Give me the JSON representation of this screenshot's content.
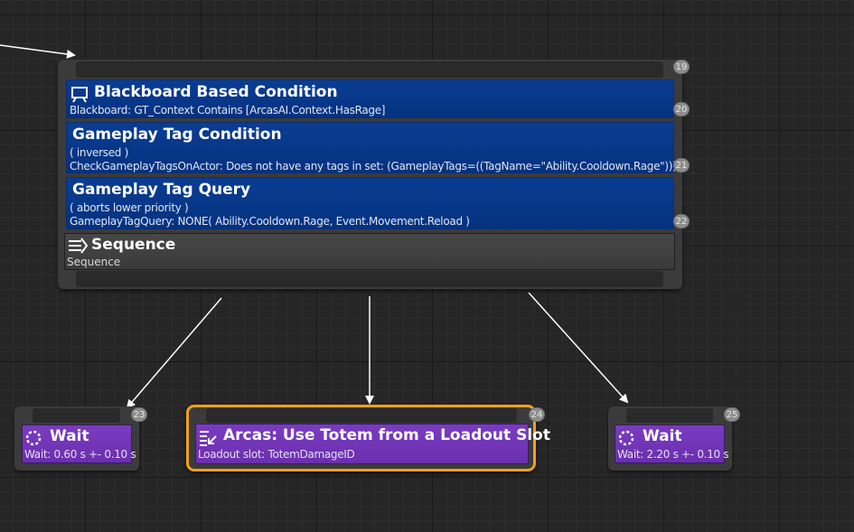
{
  "composite": {
    "index": "19",
    "decorators": [
      {
        "title": "Blackboard Based Condition",
        "lines": [
          "Blackboard: GT_Context Contains [ArcasAI.Context.HasRage]"
        ],
        "index": "20",
        "icon": "blackboard-icon"
      },
      {
        "title": "Gameplay Tag Condition",
        "lines": [
          "( inversed )",
          "CheckGameplayTagsOnActor: Does not have any tags in set: (GameplayTags=((TagName=\"Ability.Cooldown.Rage\")))"
        ],
        "index": "21"
      },
      {
        "title": "Gameplay Tag Query",
        "lines": [
          "( aborts lower priority )",
          "GameplayTagQuery:  NONE( Ability.Cooldown.Rage, Event.Movement.Reload )"
        ],
        "index": "22"
      }
    ],
    "sequence": {
      "title": "Sequence",
      "subtitle": "Sequence",
      "icon": "sequence-icon"
    }
  },
  "tasks": [
    {
      "title": "Wait",
      "subtitle": "Wait: 0.60 s +- 0.10 s",
      "index": "23",
      "icon": "wait-icon"
    },
    {
      "title": "Arcas: Use Totem from a Loadout Slot",
      "subtitle": "Loadout slot: TotemDamageID",
      "index": "24",
      "icon": "task-icon",
      "selected": true
    },
    {
      "title": "Wait",
      "subtitle": "Wait: 2.20 s +- 0.10 s",
      "index": "25",
      "icon": "wait-icon"
    }
  ],
  "colors": {
    "decorator": "#0a3d93",
    "task": "#7a3cc0",
    "selection": "#f0a020",
    "wire": "#ffffff"
  }
}
